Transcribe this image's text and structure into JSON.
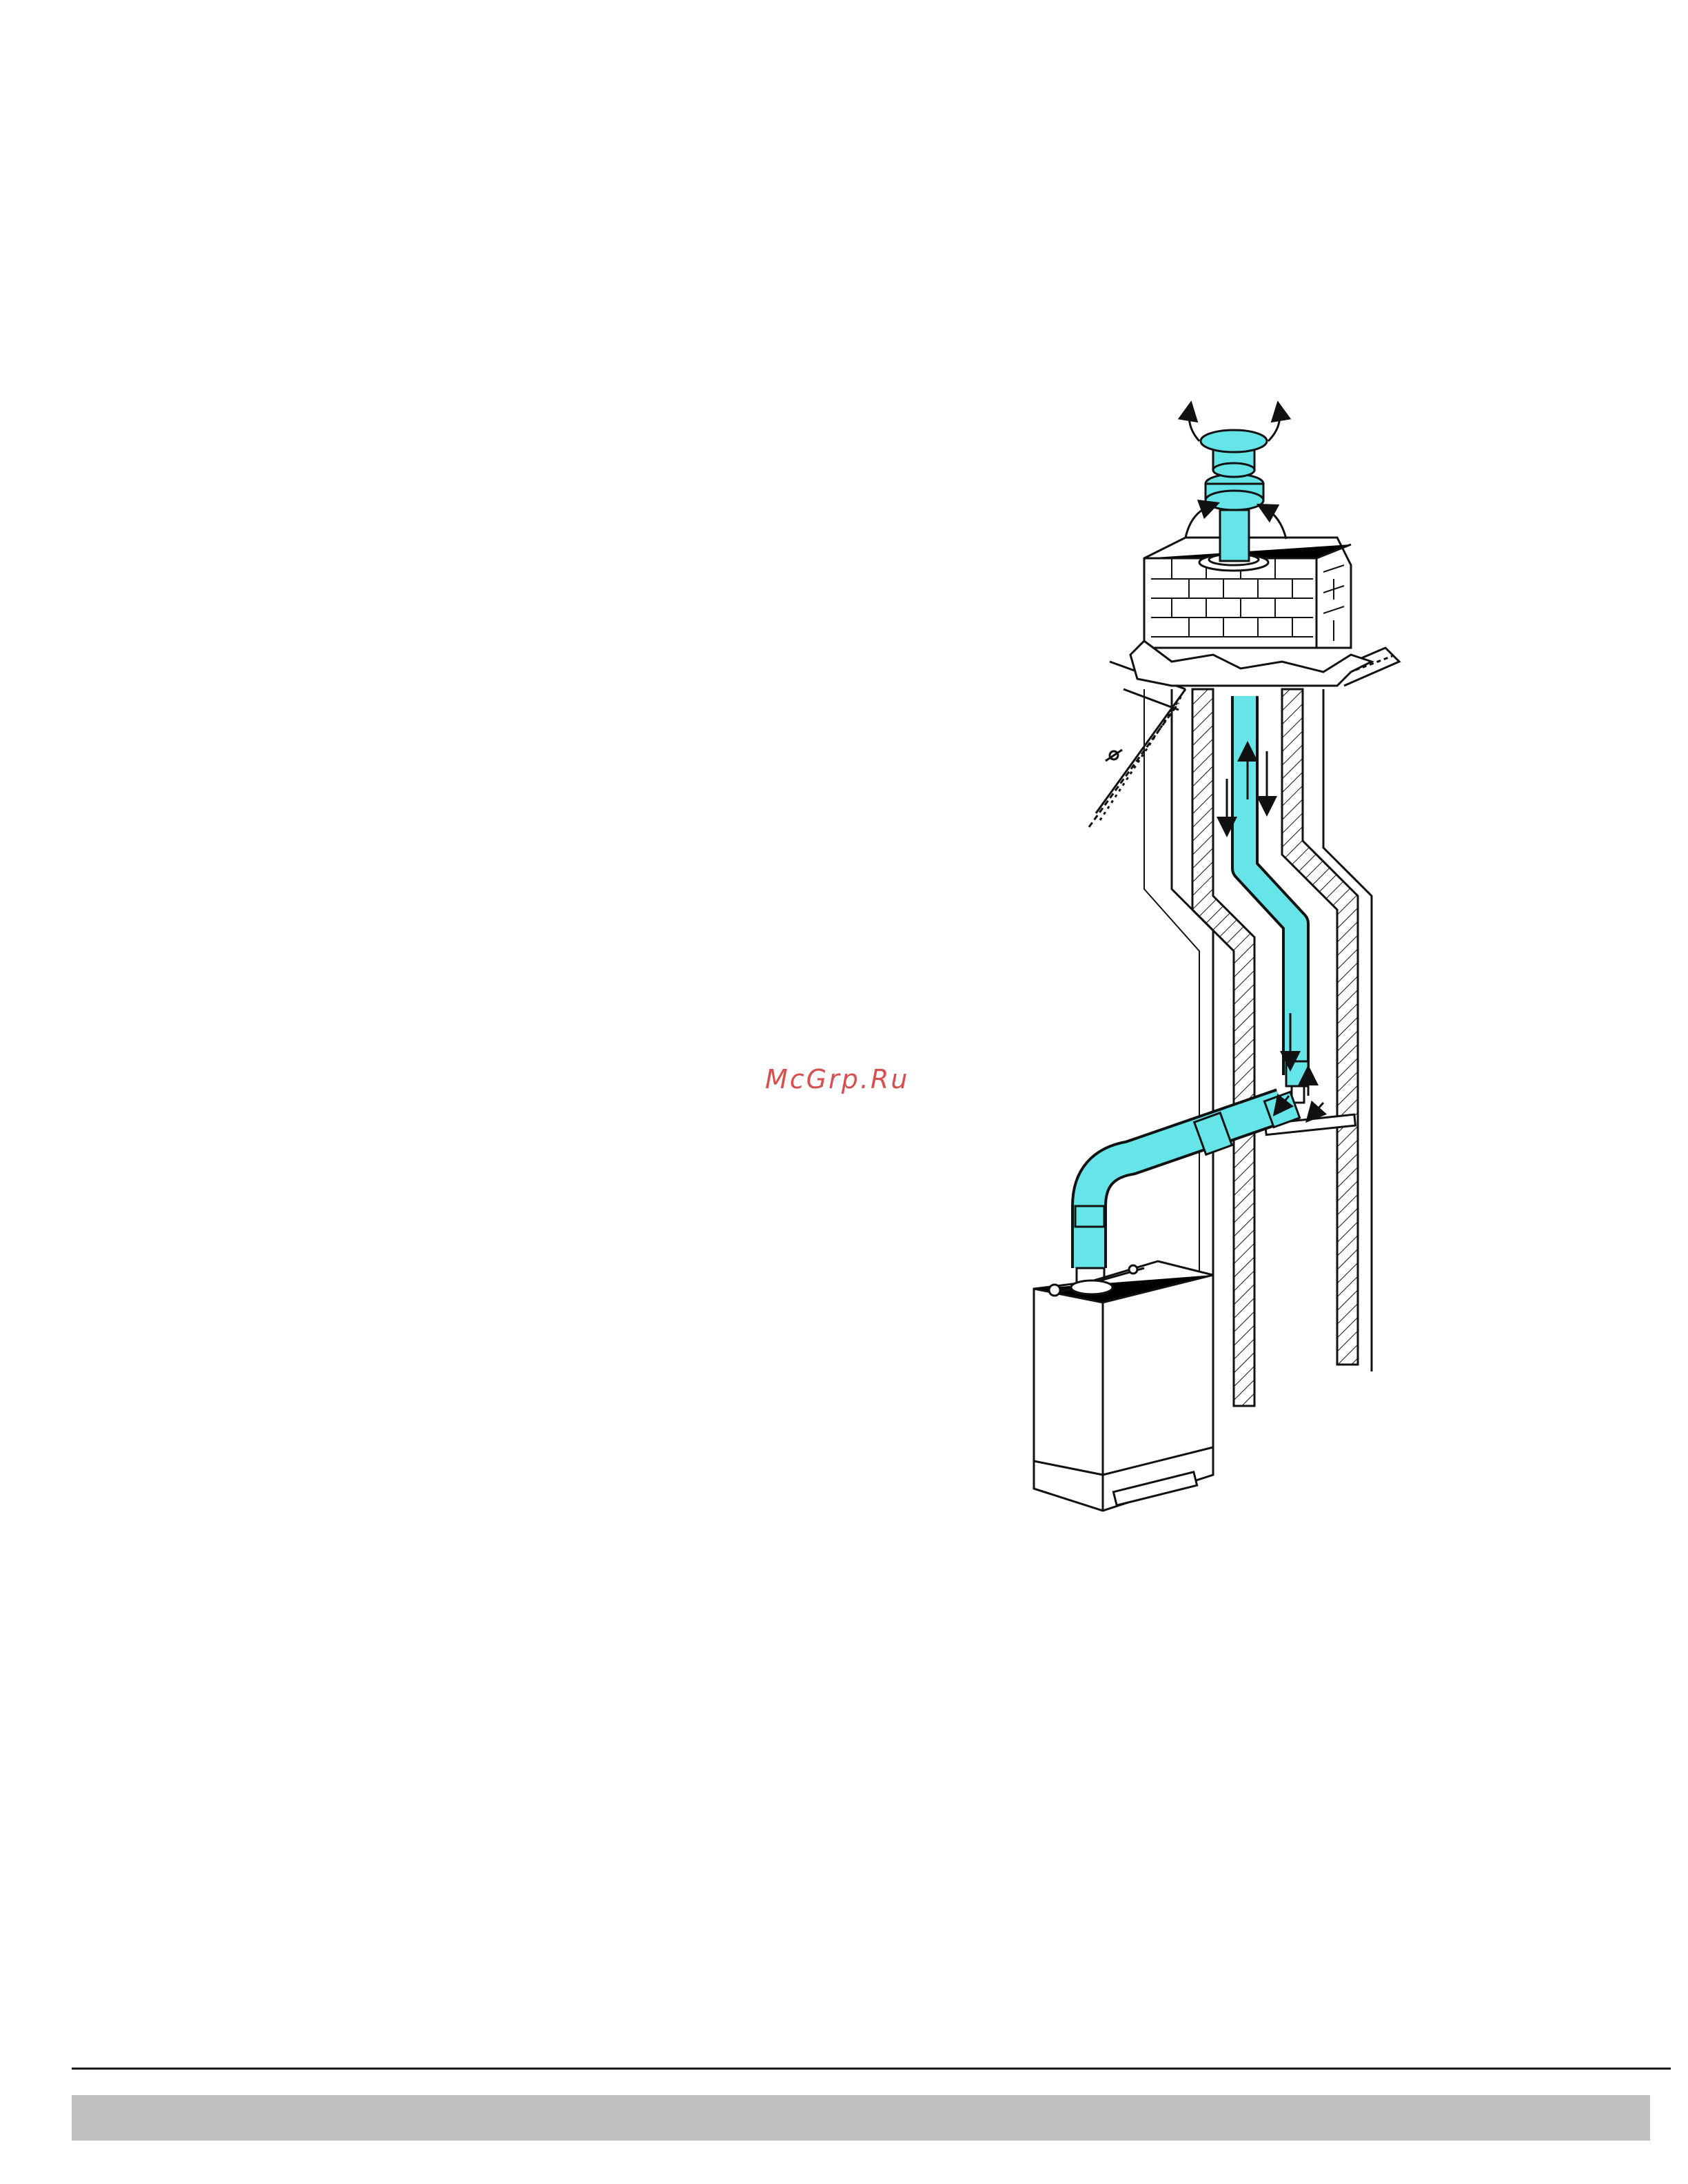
{
  "watermark": "McGrp.Ru",
  "colors": {
    "pipe": "#66e5e8",
    "line": "#111111",
    "background": "#ffffff",
    "footer_bar": "#bfbfbf",
    "watermark": "#d94f4f"
  },
  "illustration": {
    "parts": [
      "flue-terminal",
      "chimney-stack",
      "roof",
      "chimney-flue-walls",
      "flexible-flue-liner",
      "horizontal-flue-pipe",
      "elbow",
      "boiler"
    ],
    "airflow_arrows": [
      "exhaust-out-top-left",
      "exhaust-out-top-right",
      "air-in-left",
      "air-in-right",
      "liner-up",
      "liner-down-left",
      "liner-down-right",
      "intake-base"
    ]
  }
}
